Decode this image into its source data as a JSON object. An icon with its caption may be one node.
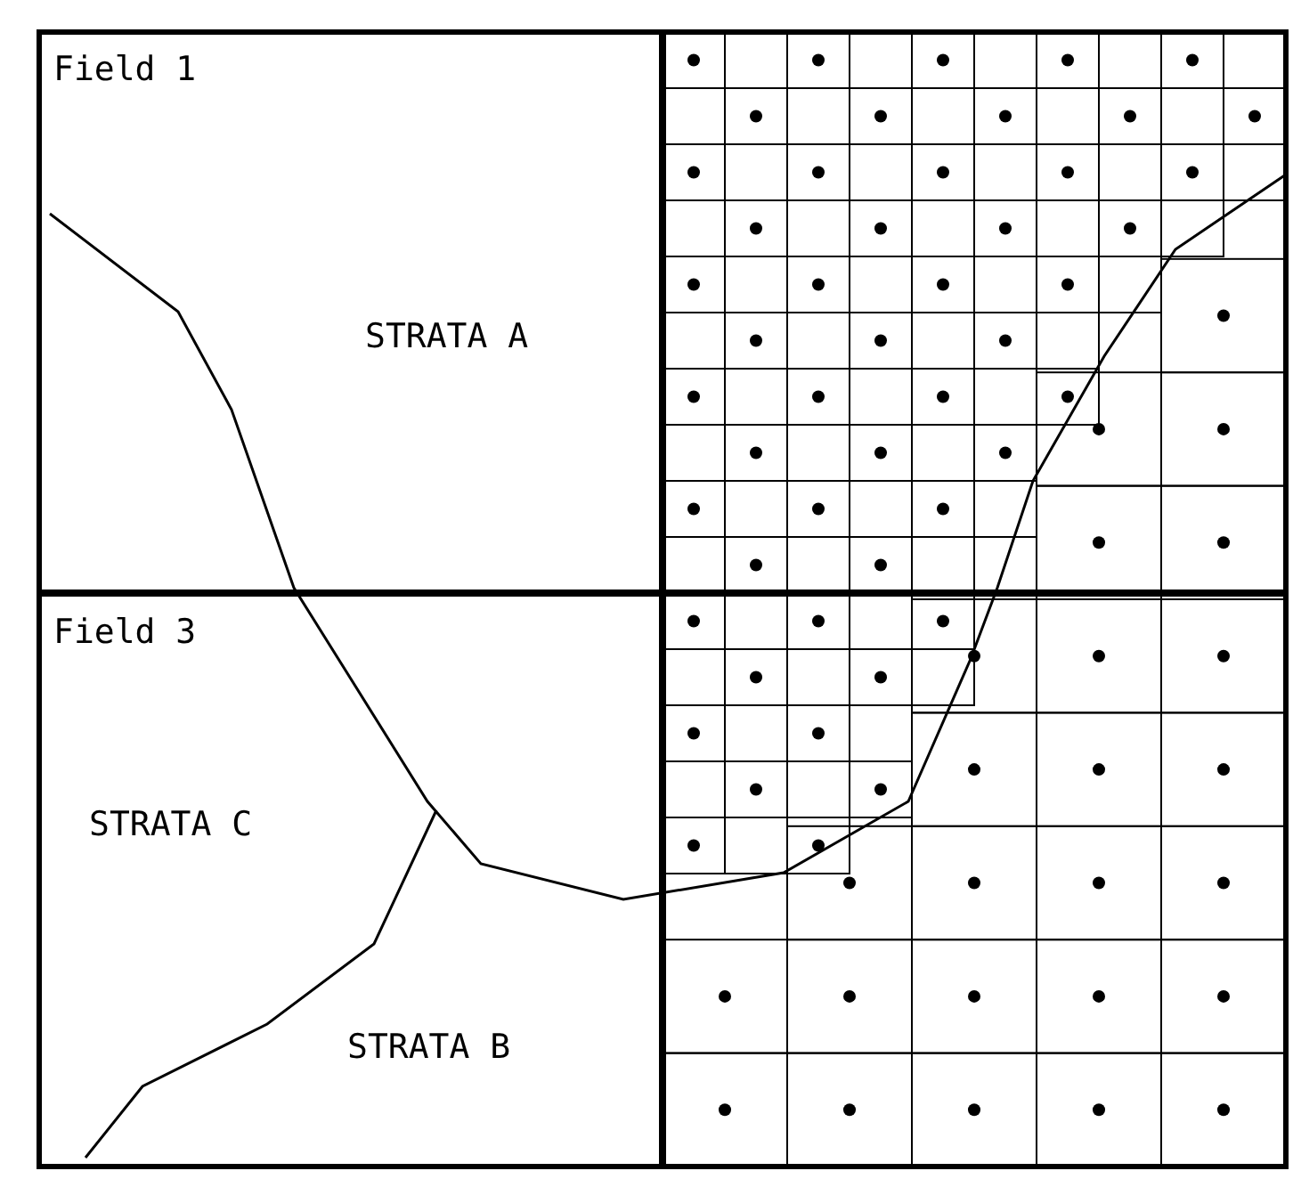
{
  "diagram": {
    "labels": [
      "Field 1",
      "STRATA A",
      "Field 3",
      "STRATA C",
      "STRATA B"
    ]
  }
}
